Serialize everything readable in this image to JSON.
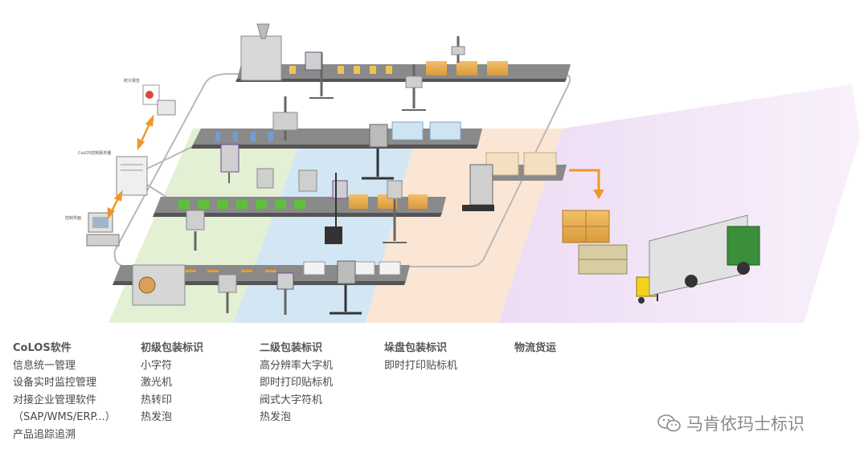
{
  "left_labels": {
    "report": "统计报告",
    "server": "CoLOS控制服务器",
    "console": "控制界面"
  },
  "columns": [
    {
      "title": "CoLOS软件",
      "items": [
        "信息统一管理",
        "设备实时监控管理",
        "对接企业管理软件",
        "（SAP/WMS/ERP...）",
        "产品追踪追溯"
      ]
    },
    {
      "title": "初级包装标识",
      "items": [
        "小字符",
        "激光机",
        "热转印",
        "热发泡"
      ]
    },
    {
      "title": "二级包装标识",
      "items": [
        "高分辨率大字机",
        "即时打印贴标机",
        "阀式大字符机",
        "热发泡"
      ]
    },
    {
      "title": "垛盘包装标识",
      "items": [
        "即时打印贴标机"
      ]
    },
    {
      "title": "物流货运",
      "items": []
    }
  ],
  "watermark": {
    "text": "马肯依玛士标识",
    "icon": "wechat-icon"
  },
  "colors": {
    "green_zone": "#e3f0d3",
    "blue_zone": "#d3e6f3",
    "peach_zone": "#fbe6d6",
    "purple_zone": "#eee0f3",
    "arrow": "#f0962a",
    "conveyor": "#7a7a7a"
  }
}
